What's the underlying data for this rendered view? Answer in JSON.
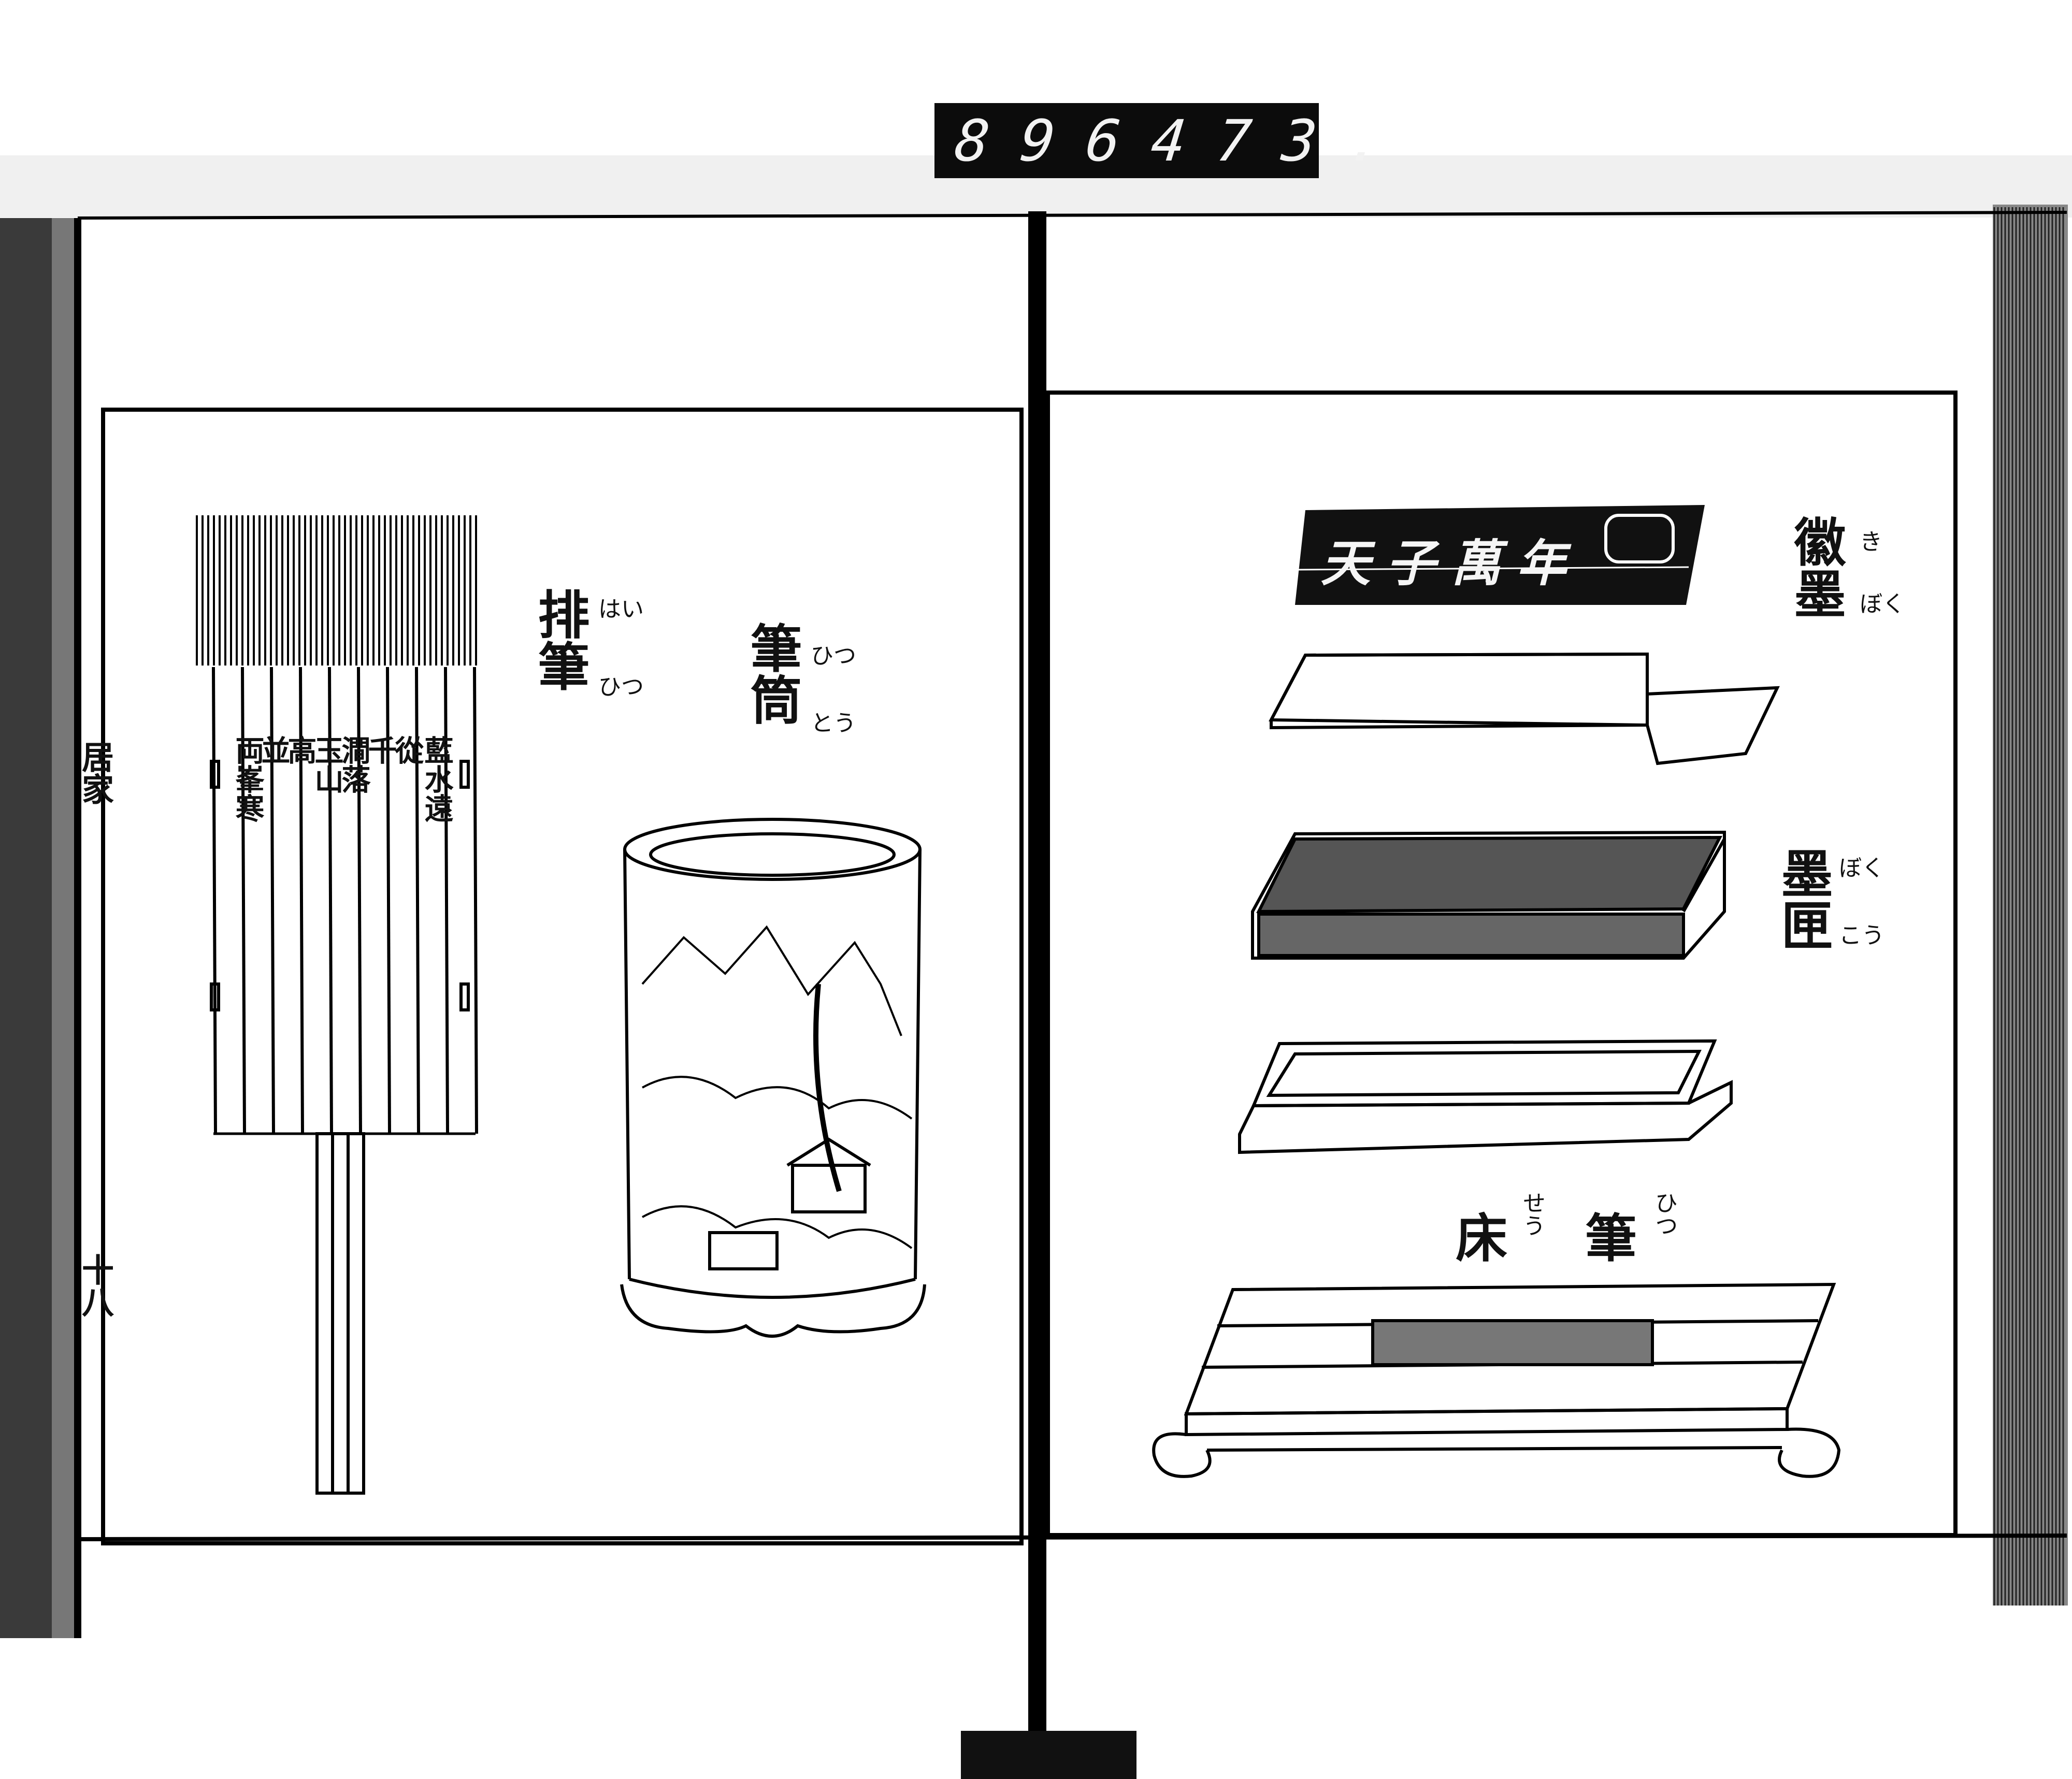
{
  "reel_label": {
    "left": "896",
    "right": "473."
  },
  "margin": {
    "title": "居家",
    "page": "十八"
  },
  "left_page": {
    "pai_bi": {
      "label": "排筆",
      "ruby": [
        "はい",
        "ひつ"
      ]
    },
    "bi_tong": {
      "label": "筆筒",
      "ruby": [
        "ひつ",
        "とう"
      ]
    },
    "brush_inscription": [
      "藍水遠",
      "從",
      "千",
      "澗落",
      "玉山",
      "高",
      "並",
      "両峯寒"
    ]
  },
  "right_page": {
    "hui_mo": {
      "label": "徽墨",
      "ruby": [
        "き",
        "ぼく"
      ]
    },
    "ink_stick_text": "天子萬年",
    "mo_xia": {
      "label": "墨匣",
      "ruby": [
        "ぼく",
        "こう"
      ]
    },
    "bi_chuang": {
      "label_right": "筆",
      "label_left": "床",
      "ruby_right": "ひつ",
      "ruby_left": "せう"
    }
  }
}
